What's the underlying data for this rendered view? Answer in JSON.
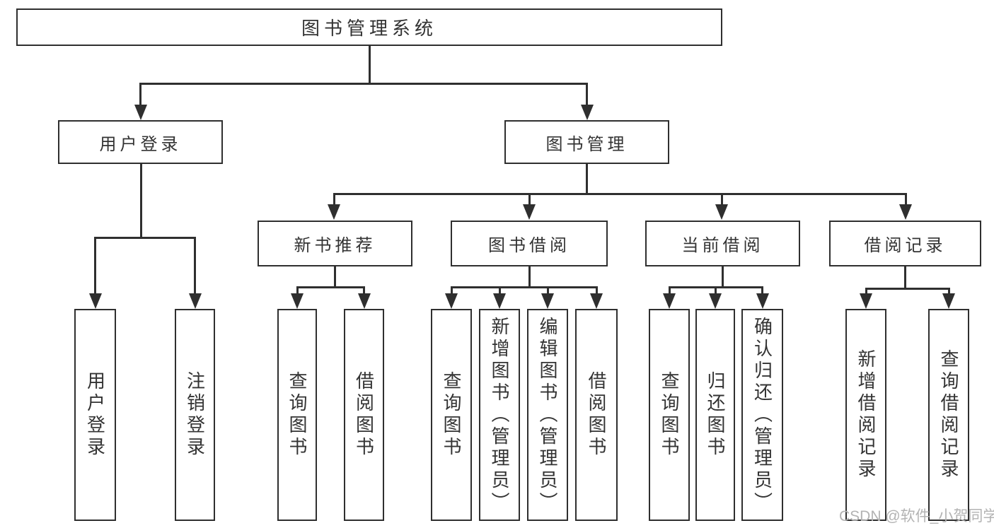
{
  "diagram": {
    "root": "图书管理系统",
    "user_login_branch": {
      "label": "用户登录",
      "children": [
        "用户登录",
        "注销登录"
      ]
    },
    "book_mgmt_branch": {
      "label": "图书管理",
      "sections": [
        {
          "label": "新书推荐",
          "children": [
            "查询图书",
            "借阅图书"
          ]
        },
        {
          "label": "图书借阅",
          "children": [
            "查询图书",
            "新增图书（管理员）",
            "编辑图书（管理员）",
            "借阅图书"
          ]
        },
        {
          "label": "当前借阅",
          "children": [
            "查询图书",
            "归还图书",
            "确认归还（管理员）"
          ]
        },
        {
          "label": "借阅记录",
          "children": [
            "新增借阅记录",
            "查询借阅记录"
          ]
        }
      ]
    },
    "watermark": "CSDN @软件_小贺同学",
    "colors": {
      "line": "#2f2f2f",
      "text": "#333333",
      "watermark": "#b3b3b3",
      "background": "#ffffff"
    }
  }
}
